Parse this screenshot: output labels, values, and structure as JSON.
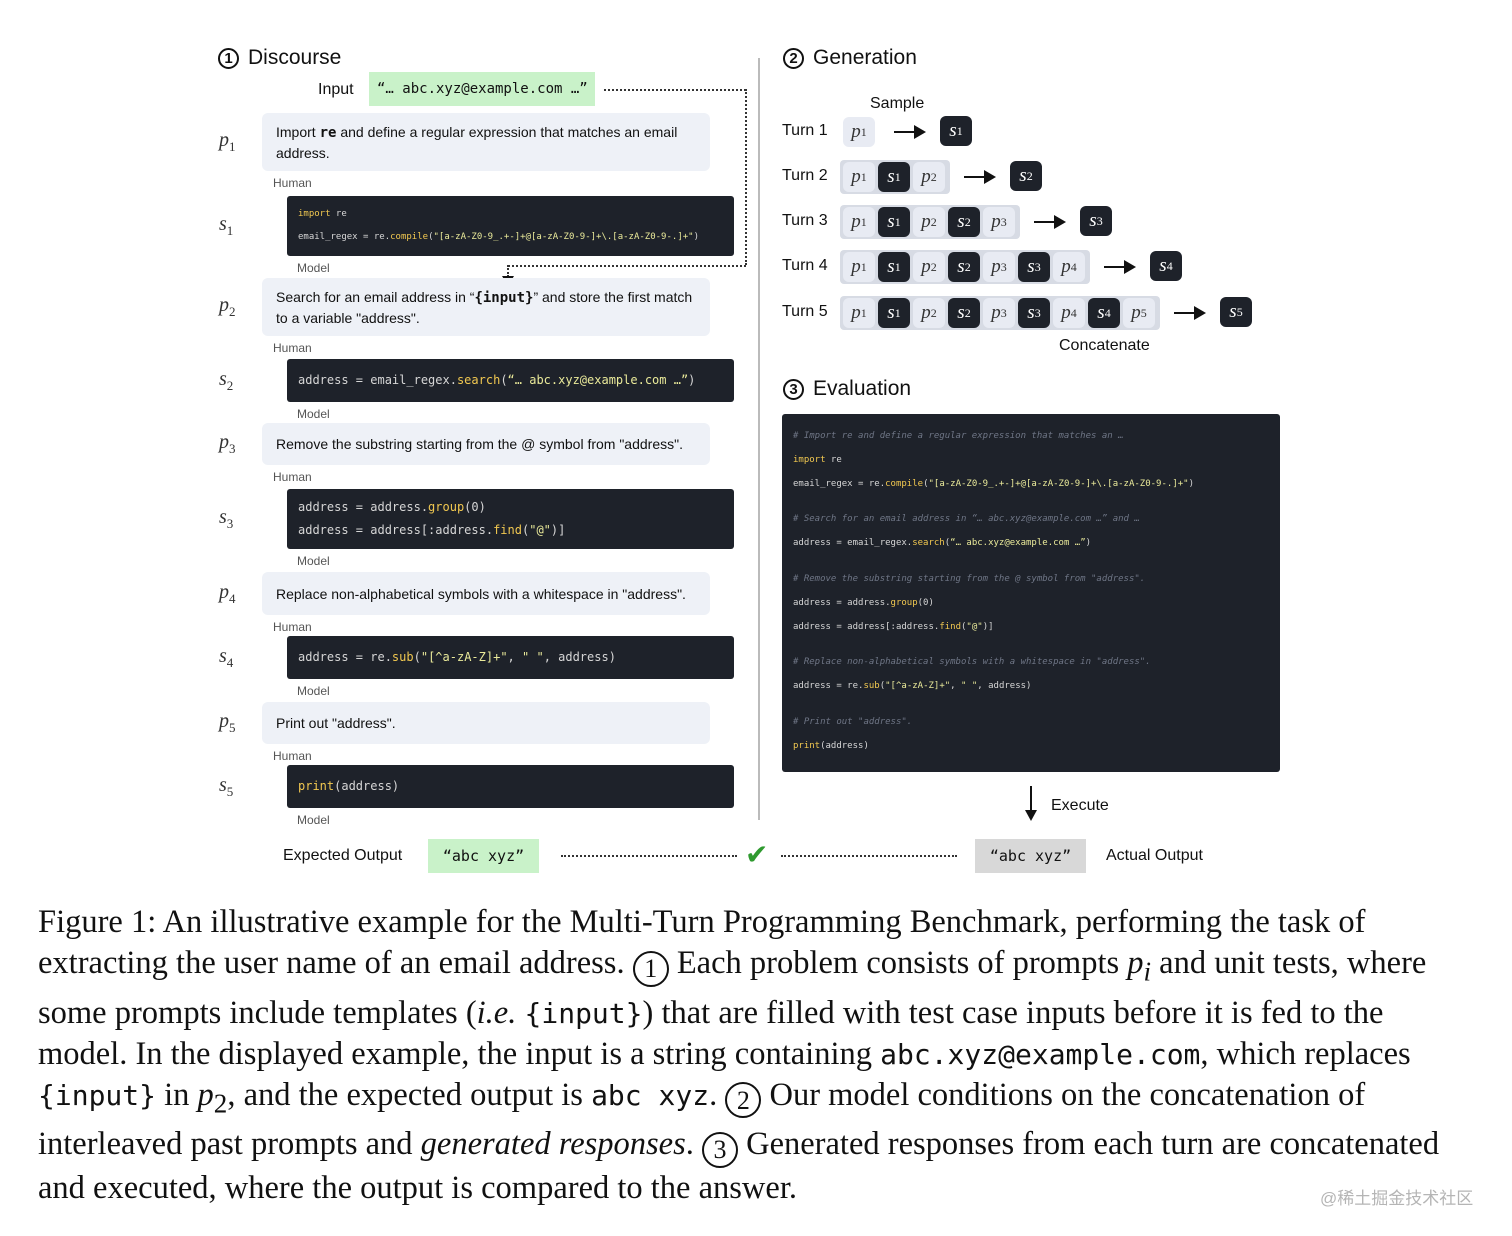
{
  "discourse": {
    "num": "1",
    "title": "Discourse",
    "input_label": "Input",
    "input_value": "“… abc.xyz@example.com …”",
    "items": [
      {
        "var": "p",
        "sub": "1",
        "kind": "prompt",
        "text_html": "Import <b class=\"mono\">re</b> and define a regular expression that matches an email address.",
        "role": "Human"
      },
      {
        "var": "s",
        "sub": "1",
        "kind": "code",
        "lines": [
          "<span class=\"kw\">import</span> re",
          "email_regex = re.<span class=\"fn\">compile</span>(<span class=\"st\">\"[a-zA-Z0-9_.+-]+@[a-zA-Z0-9-]+\\.[a-zA-Z0-9-.]+\"</span>)"
        ],
        "role": "Model"
      },
      {
        "var": "p",
        "sub": "2",
        "kind": "prompt",
        "text_html": "Search for an email address in “<b class=\"mono\">{input}</b>” and store the first match to a variable \"address\".",
        "role": "Human"
      },
      {
        "var": "s",
        "sub": "2",
        "kind": "code",
        "lines": [
          "address = email_regex.<span class=\"fn\">search</span>(<span class=\"st\">“… abc.xyz@example.com …”</span>)"
        ],
        "role": "Model"
      },
      {
        "var": "p",
        "sub": "3",
        "kind": "prompt",
        "text_html": "Remove the substring starting from the @ symbol from \"address\".",
        "role": "Human"
      },
      {
        "var": "s",
        "sub": "3",
        "kind": "code",
        "lines": [
          "address = address.<span class=\"fn\">group</span>(0)",
          "address = address[:address.<span class=\"fn\">find</span>(<span class=\"st\">\"@\"</span>)]"
        ],
        "role": "Model"
      },
      {
        "var": "p",
        "sub": "4",
        "kind": "prompt",
        "text_html": "Replace non-alphabetical symbols with a whitespace in \"address\".",
        "role": "Human"
      },
      {
        "var": "s",
        "sub": "4",
        "kind": "code",
        "lines": [
          "address = re.<span class=\"fn\">sub</span>(<span class=\"st\">\"[^a-zA-Z]+\"</span>, <span class=\"st\">\" \"</span>, address)"
        ],
        "role": "Model"
      },
      {
        "var": "p",
        "sub": "5",
        "kind": "prompt",
        "text_html": "Print out \"address\".",
        "role": "Human"
      },
      {
        "var": "s",
        "sub": "5",
        "kind": "code",
        "lines": [
          "<span class=\"kw\">print</span>(address)"
        ],
        "role": "Model"
      }
    ]
  },
  "generation": {
    "num": "2",
    "title": "Generation",
    "sample_label": "Sample",
    "concat_label": "Concatenate",
    "turns": [
      "Turn 1",
      "Turn 2",
      "Turn 3",
      "Turn 4",
      "Turn 5"
    ]
  },
  "evaluation": {
    "num": "3",
    "title": "Evaluation",
    "lines": [
      "<span class=\"cm\"># Import re and define a regular expression that matches an …</span>",
      "<span class=\"kw\">import</span> re",
      "email_regex = re.<span class=\"fn\">compile</span>(<span class=\"st\">\"[a-zA-Z0-9_.+-]+@[a-zA-Z0-9-]+\\.[a-zA-Z0-9-.]+\"</span>)",
      "",
      "<span class=\"cm\"># Search for an email address in “… abc.xyz@example.com …” and …</span>",
      "address = email_regex.<span class=\"fn\">search</span>(<span class=\"st\">“… abc.xyz@example.com …”</span>)",
      "",
      "<span class=\"cm\"># Remove the substring starting from the @ symbol from \"address\".</span>",
      "address = address.<span class=\"fn\">group</span>(0)",
      "address = address[:address.<span class=\"fn\">find</span>(<span class=\"st\">\"@\"</span>)]",
      "",
      "<span class=\"cm\"># Replace non-alphabetical symbols with a whitespace in \"address\".</span>",
      "address = re.<span class=\"fn\">sub</span>(<span class=\"st\">\"[^a-zA-Z]+\"</span>, <span class=\"st\">\" \"</span>, address)",
      "",
      "<span class=\"cm\"># Print out \"address\".</span>",
      "<span class=\"kw\">print</span>(address)"
    ],
    "execute_label": "Execute"
  },
  "outputs": {
    "expected_label": "Expected Output",
    "expected_value": "“abc xyz”",
    "check": "✔",
    "actual_value": "“abc xyz”",
    "actual_label": "Actual Output"
  },
  "caption": {
    "html": "Figure 1: An illustrative example for the Multi-Turn Programming Benchmark, performing the task of extracting the user name of an email address. <span class=\"ccirc\">1</span> Each problem consists of prompts <i>p<sub>i</sub></i> and unit tests, where some prompts include templates (<i>i.e.</i> <span class=\"mono\">{input}</span>) that are filled with test case inputs before it is fed to the model. In the displayed example, the input is a string containing <span class=\"mono\">abc.xyz@example.com</span>, which replaces <span class=\"mono\">{input}</span> in <i>p</i><sub>2</sub>, and the expected output is <span class=\"mono\">abc xyz</span>. <span class=\"ccirc\">2</span> Our model conditions on the concatenation of interleaved past prompts and <i>generated responses</i>. <span class=\"ccirc\">3</span> Generated responses from each turn are concatenated and executed, where the output is compared to the answer."
  },
  "watermark": "@稀土掘金技术社区"
}
